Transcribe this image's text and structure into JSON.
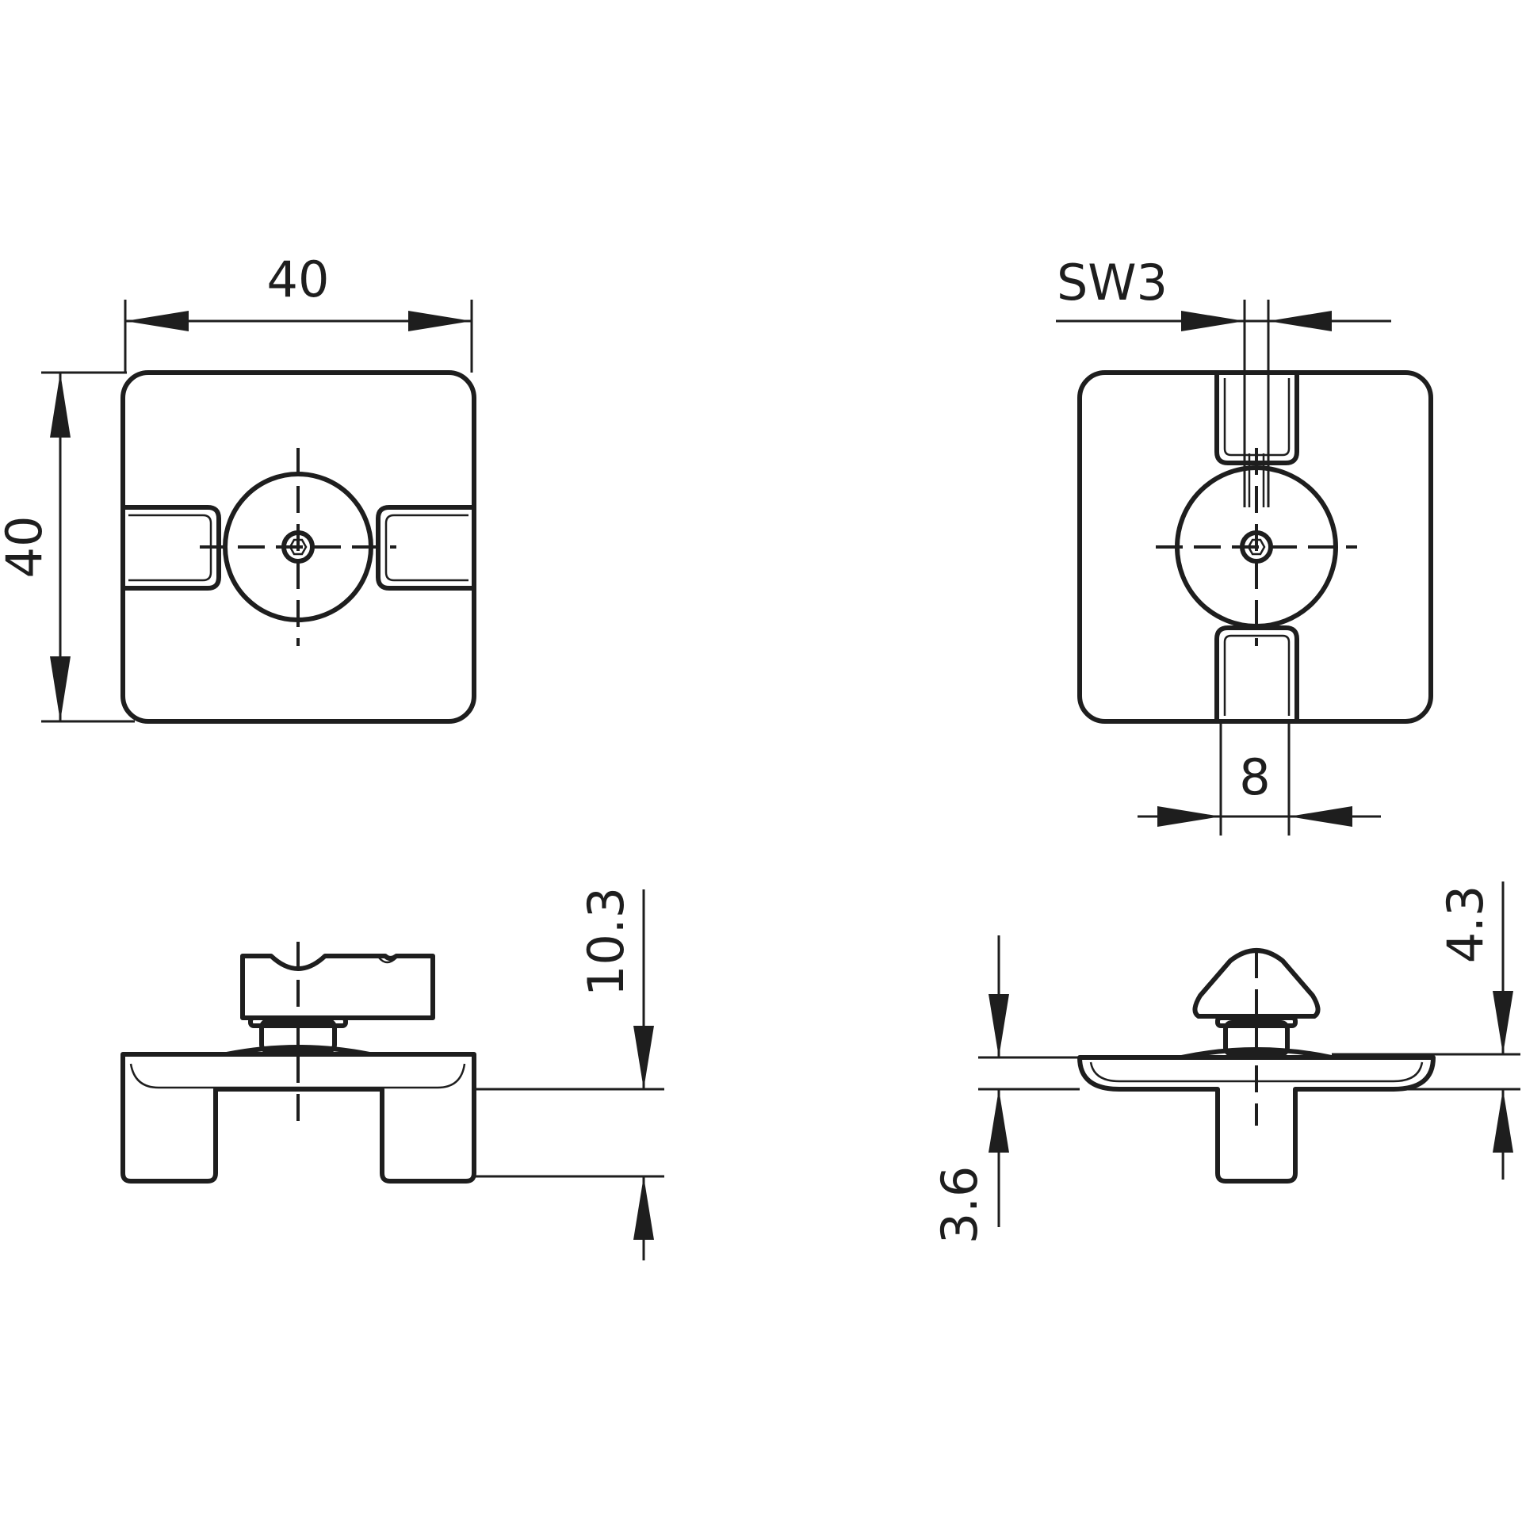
{
  "dimensions": {
    "top_width": "40",
    "top_height": "40",
    "wrench_size": "SW3",
    "slot_width": "8",
    "front_height": "10.3",
    "side_height_upper": "4.3",
    "side_height_lower": "3.6"
  },
  "colors": {
    "line": "#1e1e1e",
    "background": "#ffffff"
  }
}
